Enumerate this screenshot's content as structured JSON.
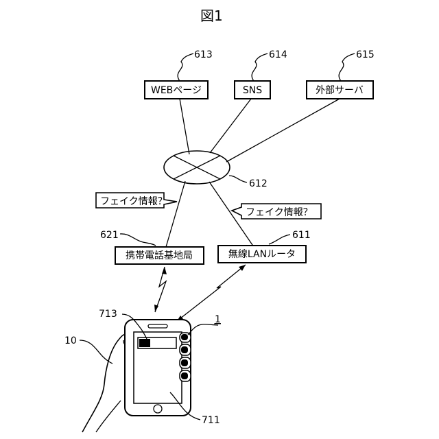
{
  "figure": {
    "title": "図1"
  },
  "nodes": {
    "web": {
      "label": "WEBページ",
      "ref": "613"
    },
    "sns": {
      "label": "SNS",
      "ref": "614"
    },
    "server": {
      "label": "外部サーバ",
      "ref": "615"
    },
    "network": {
      "ref": "612"
    },
    "cell_station": {
      "label": "携帯電話基地局",
      "ref": "621"
    },
    "wlan_router": {
      "label": "無線LANルータ",
      "ref": "611"
    }
  },
  "bubbles": {
    "left": {
      "text": "フェイク情報？"
    },
    "right": {
      "text": "フェイク情報？"
    }
  },
  "device": {
    "ref": "1",
    "screen_ref": "711",
    "bar_ref": "713"
  },
  "user": {
    "ref": "10"
  }
}
